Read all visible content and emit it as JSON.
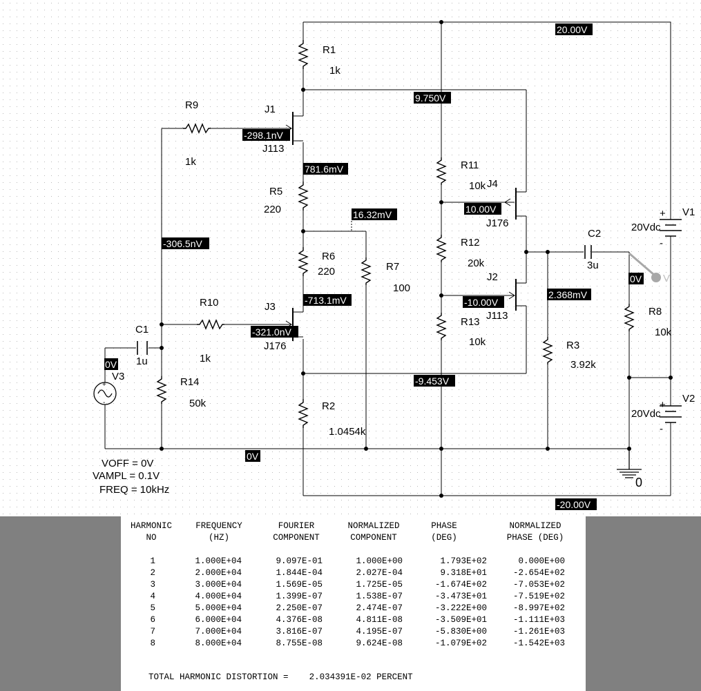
{
  "schematic": {
    "components": {
      "R1": {
        "name": "R1",
        "value": "1k"
      },
      "R2": {
        "name": "R2",
        "value": "1.0454k"
      },
      "R3": {
        "name": "R3",
        "value": "3.92k"
      },
      "R5": {
        "name": "R5",
        "value": "220"
      },
      "R6": {
        "name": "R6",
        "value": "220"
      },
      "R7": {
        "name": "R7",
        "value": "100"
      },
      "R8": {
        "name": "R8",
        "value": "10k"
      },
      "R9": {
        "name": "R9",
        "value": "1k"
      },
      "R10": {
        "name": "R10",
        "value": "1k"
      },
      "R11": {
        "name": "R11",
        "value": "10k"
      },
      "R12": {
        "name": "R12",
        "value": "20k"
      },
      "R13": {
        "name": "R13",
        "value": "10k"
      },
      "R14": {
        "name": "R14",
        "value": "50k"
      },
      "C1": {
        "name": "C1",
        "value": "1u"
      },
      "C2": {
        "name": "C2",
        "value": "3u"
      },
      "J1": {
        "name": "J1",
        "model": "J113"
      },
      "J2": {
        "name": "J2",
        "model": "J113"
      },
      "J3": {
        "name": "J3",
        "model": "J176"
      },
      "J4": {
        "name": "J4",
        "model": "J176"
      },
      "V1": {
        "name": "V1",
        "value": "20Vdc"
      },
      "V2": {
        "name": "V2",
        "value": "20Vdc"
      },
      "V3": {
        "name": "V3",
        "voff": "VOFF = 0V",
        "vampl": "VAMPL = 0.1V",
        "freq": "FREQ = 10kHz"
      },
      "ground": {
        "label": "0"
      }
    },
    "voltages": {
      "vpos": "20.00V",
      "vneg": "-20.00V",
      "n975": "9.750V",
      "j1gate": "-298.1nV",
      "j1src": "781.6mV",
      "r7top": "16.32mV",
      "leftnode": "-306.5nV",
      "j3src": "-713.1mV",
      "j3gate": "-321.0nV",
      "j4gate": "10.00V",
      "j2gate": "-10.00V",
      "out": "2.368mV",
      "vn9453": "-9.453V",
      "v3plus": "0V",
      "gnd": "0V",
      "probe": "0V"
    },
    "probe_letter": "V",
    "polarity": {
      "plus": "+",
      "minus": "-"
    }
  },
  "fourier": {
    "headers": [
      {
        "line1": "HARMONIC",
        "line2": "NO"
      },
      {
        "line1": "FREQUENCY",
        "line2": "(HZ)"
      },
      {
        "line1": "FOURIER",
        "line2": "COMPONENT"
      },
      {
        "line1": "NORMALIZED",
        "line2": "COMPONENT"
      },
      {
        "line1": "PHASE",
        "line2": "(DEG)"
      },
      {
        "line1": "NORMALIZED",
        "line2": "PHASE (DEG)"
      }
    ],
    "rows": [
      {
        "no": "1",
        "freq": "1.000E+04",
        "fourier": "9.097E-01",
        "norm": "1.000E+00",
        "phase": "1.793E+02",
        "nphase": "0.000E+00"
      },
      {
        "no": "2",
        "freq": "2.000E+04",
        "fourier": "1.844E-04",
        "norm": "2.027E-04",
        "phase": "9.318E+01",
        "nphase": "-2.654E+02"
      },
      {
        "no": "3",
        "freq": "3.000E+04",
        "fourier": "1.569E-05",
        "norm": "1.725E-05",
        "phase": "-1.674E+02",
        "nphase": "-7.053E+02"
      },
      {
        "no": "4",
        "freq": "4.000E+04",
        "fourier": "1.399E-07",
        "norm": "1.538E-07",
        "phase": "-3.473E+01",
        "nphase": "-7.519E+02"
      },
      {
        "no": "5",
        "freq": "5.000E+04",
        "fourier": "2.250E-07",
        "norm": "2.474E-07",
        "phase": "-3.222E+00",
        "nphase": "-8.997E+02"
      },
      {
        "no": "6",
        "freq": "6.000E+04",
        "fourier": "4.376E-08",
        "norm": "4.811E-08",
        "phase": "-3.509E+01",
        "nphase": "-1.111E+03"
      },
      {
        "no": "7",
        "freq": "7.000E+04",
        "fourier": "3.816E-07",
        "norm": "4.195E-07",
        "phase": "-5.830E+00",
        "nphase": "-1.261E+03"
      },
      {
        "no": "8",
        "freq": "8.000E+04",
        "fourier": "8.755E-08",
        "norm": "9.624E-08",
        "phase": "-1.079E+02",
        "nphase": "-1.542E+03"
      }
    ],
    "thd_label": "TOTAL HARMONIC DISTORTION =",
    "thd_value": "2.034391E-02 PERCENT"
  }
}
